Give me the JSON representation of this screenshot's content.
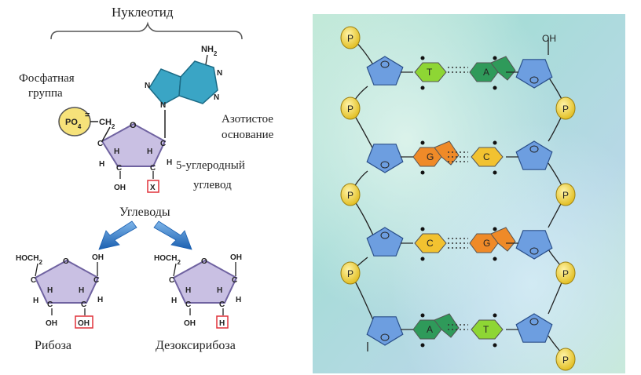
{
  "nucleotide": {
    "title": "Нуклеотид",
    "phosphate_label_line1": "Фосфатная",
    "phosphate_label_line2": "группа",
    "phosphate_formula": "PO4",
    "phosphate_charge": "=",
    "ch2": "CH2",
    "nh2": "NH2",
    "base_label_line1": "Азотистое",
    "base_label_line2": "основание",
    "sugar_label_line1": "5-углеродный",
    "sugar_label_line2": "углевод",
    "sugars_heading": "Углеводы",
    "atom_o": "O",
    "atom_n": "N",
    "atom_c": "C",
    "atom_h": "H",
    "atom_oh": "OH",
    "atom_x": "X",
    "hoch2": "HOCH2"
  },
  "ribose": {
    "name": "Рибоза",
    "highlight": "OH"
  },
  "deoxyribose": {
    "name": "Дезоксирибоза",
    "highlight": "H"
  },
  "dna": {
    "phosphate_label": "P",
    "top_oh": "OH",
    "pairs": [
      {
        "left_base": "T",
        "right_base": "A"
      },
      {
        "left_base": "G",
        "right_base": "C"
      },
      {
        "left_base": "C",
        "right_base": "G"
      },
      {
        "left_base": "A",
        "right_base": "T"
      }
    ]
  },
  "colors": {
    "sugar_fill": "#c9c0e3",
    "sugar_stroke": "#6f62a0",
    "adenine_fill": "#3aa5c5",
    "phosphate_fill": "#f6e27a",
    "highlight_box": "#e0323a",
    "arrow_blue": "#1f73c6",
    "dna_sugar": "#6d9ee0",
    "dna_phosphate": "#f1d23d",
    "base_T": "#8ed634",
    "base_A": "#2f9a5a",
    "base_G": "#ef8a28",
    "base_C": "#f2c230"
  }
}
